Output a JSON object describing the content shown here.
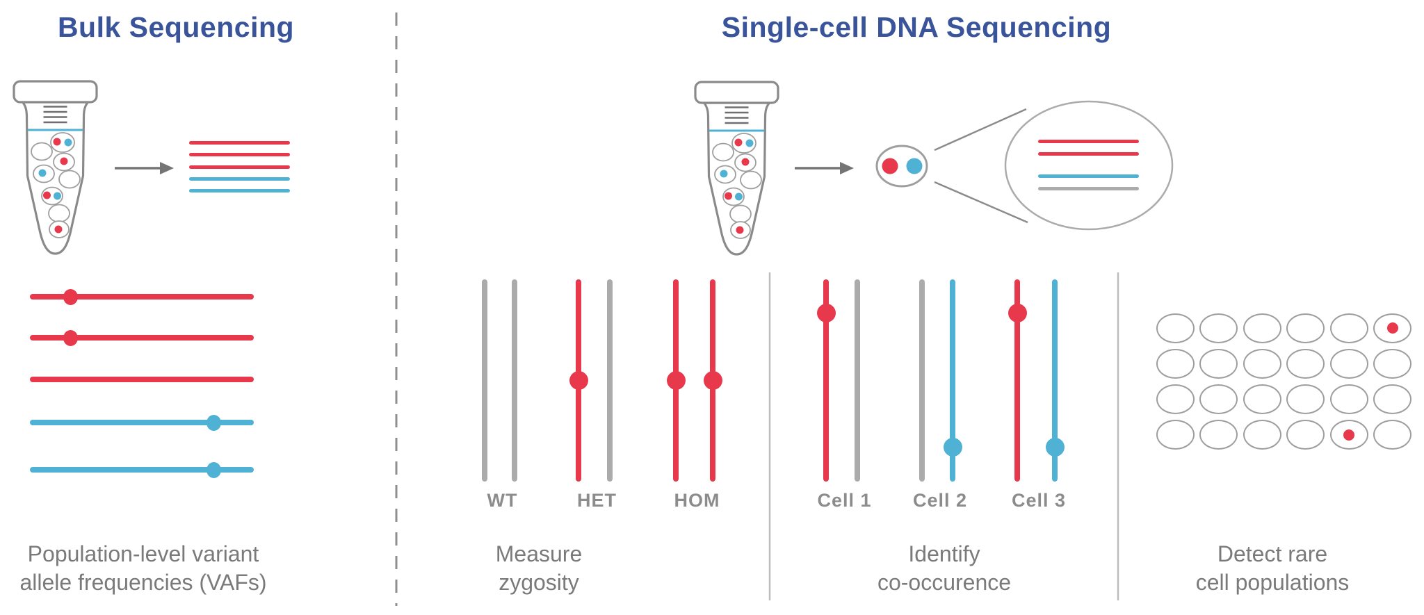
{
  "palette": {
    "navy": "#39549B",
    "red": "#E8394C",
    "blue": "#4FB2D5",
    "strand_gray": "#ABABAB",
    "read_gray": "#A9A9A9",
    "label_gray": "#8C8C8C",
    "caption_gray": "#7A7A7A",
    "divider_gray": "#BDBDBD",
    "dashed_divider_gray": "#8F8F8F",
    "arrow_gray": "#757575",
    "tube_outline_gray": "#8A8A8A",
    "cell_outline_gray": "#9E9E9E",
    "graduation_gray": "#6F6F6F"
  },
  "bulk": {
    "title": "Bulk Sequencing",
    "tube_icon": "eppendorf-tube-with-cells",
    "read_lines": [
      "red",
      "red",
      "red",
      "blue",
      "blue"
    ],
    "vaf_plot": {
      "lines": [
        {
          "color": "red",
          "dot_position": 0.18
        },
        {
          "color": "red",
          "dot_position": 0.18
        },
        {
          "color": "red",
          "dot_position": null
        },
        {
          "color": "blue",
          "dot_position": 0.82
        },
        {
          "color": "blue",
          "dot_position": 0.82
        }
      ]
    },
    "caption": {
      "line1": "Population-level variant",
      "line2": "allele frequencies (VAFs)"
    }
  },
  "single_cell": {
    "title": "Single-cell DNA Sequencing",
    "isolated_cell_dots": [
      "red",
      "blue"
    ],
    "magnified_reads": [
      "red",
      "red",
      "blue",
      "gray"
    ],
    "zygosity": {
      "caption": {
        "line1": "Measure",
        "line2": "zygosity"
      },
      "groups": [
        {
          "label": "WT",
          "strands": [
            {
              "color": "gray"
            },
            {
              "color": "gray"
            }
          ]
        },
        {
          "label": "HET",
          "strands": [
            {
              "color": "red",
              "dot": 0.5
            },
            {
              "color": "gray"
            }
          ]
        },
        {
          "label": "HOM",
          "strands": [
            {
              "color": "red",
              "dot": 0.5
            },
            {
              "color": "red",
              "dot": 0.5
            }
          ]
        }
      ]
    },
    "cooccurrence": {
      "caption": {
        "line1": "Identify",
        "line2": "co-occurence"
      },
      "groups": [
        {
          "label": "Cell 1",
          "strands": [
            {
              "color": "red",
              "dot": 0.165
            },
            {
              "color": "gray"
            }
          ]
        },
        {
          "label": "Cell 2",
          "strands": [
            {
              "color": "gray"
            },
            {
              "color": "blue",
              "dot": 0.83
            }
          ]
        },
        {
          "label": "Cell 3",
          "strands": [
            {
              "color": "red",
              "dot": 0.165
            },
            {
              "color": "blue",
              "dot": 0.83
            }
          ]
        }
      ]
    },
    "rare_cells": {
      "caption": {
        "line1": "Detect rare",
        "line2": "cell populations"
      },
      "grid_rows": 4,
      "grid_cols": 6,
      "red_dot_cells": [
        {
          "row": 0,
          "col": 5
        },
        {
          "row": 3,
          "col": 4
        }
      ]
    }
  }
}
